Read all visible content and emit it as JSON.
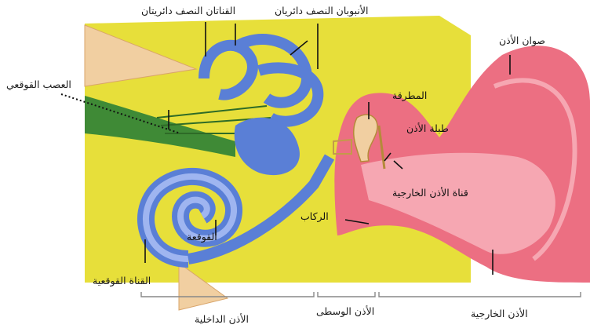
{
  "labels": {
    "semicircular_canals": "القناتان النصف دائريتان",
    "semicircular_tubes": "الأنبوبان النصف دائريان",
    "auditory_nerve": "العصب القوقعي",
    "pinna": "صوان الأذن",
    "malleus": "المطرقة",
    "eardrum": "طبلة الأذن",
    "ear_canal": "قناة الأذن الخارجية",
    "stapes": "الركاب",
    "cochlea": "القوقعة",
    "cochlear_duct": "القناة القوقعية",
    "inner_ear": "الأذن الداخلية",
    "middle_ear": "الأذن الوسطى",
    "outer_ear": "الأذن الخارجية"
  },
  "colors": {
    "tissue": "#e7df3a",
    "outer_ear": "#ec6f82",
    "outer_ear_inner": "#f6a7b2",
    "inner_ear": "#5a7fd6",
    "inner_ear_light": "#9fb5f0",
    "nerve": "#3f8a36",
    "bone": "#f1cfa1"
  }
}
